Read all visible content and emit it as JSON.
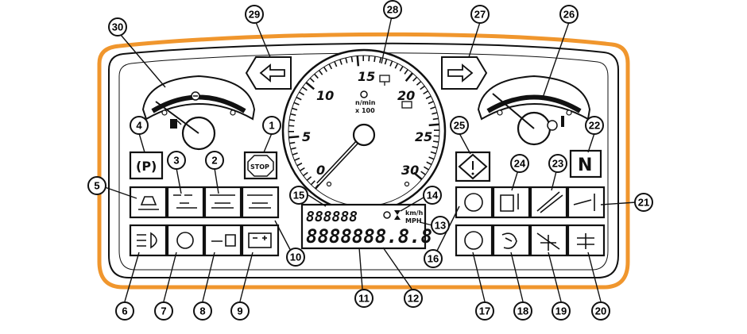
{
  "colors": {
    "outline": "#f0962d",
    "ink": "#111111",
    "panel": "#ffffff"
  },
  "tachometer": {
    "scale_labels": [
      "0",
      "5",
      "10",
      "15",
      "20",
      "25",
      "30"
    ],
    "unit_line1": "n/min",
    "unit_line2": "x 100"
  },
  "lcd": {
    "top_digits": "888888",
    "bottom_digits": "8888888.8.8",
    "unit_kmh": "km/h",
    "unit_mph": "MPH"
  },
  "indicators": {
    "stop_label": "STOP",
    "neutral_label": "N",
    "parking_label": "(P)"
  },
  "callouts": [
    "1",
    "2",
    "3",
    "4",
    "5",
    "6",
    "7",
    "8",
    "9",
    "10",
    "11",
    "12",
    "13",
    "14",
    "15",
    "16",
    "17",
    "18",
    "19",
    "20",
    "21",
    "22",
    "23",
    "24",
    "25",
    "26",
    "27",
    "28",
    "29",
    "30"
  ]
}
